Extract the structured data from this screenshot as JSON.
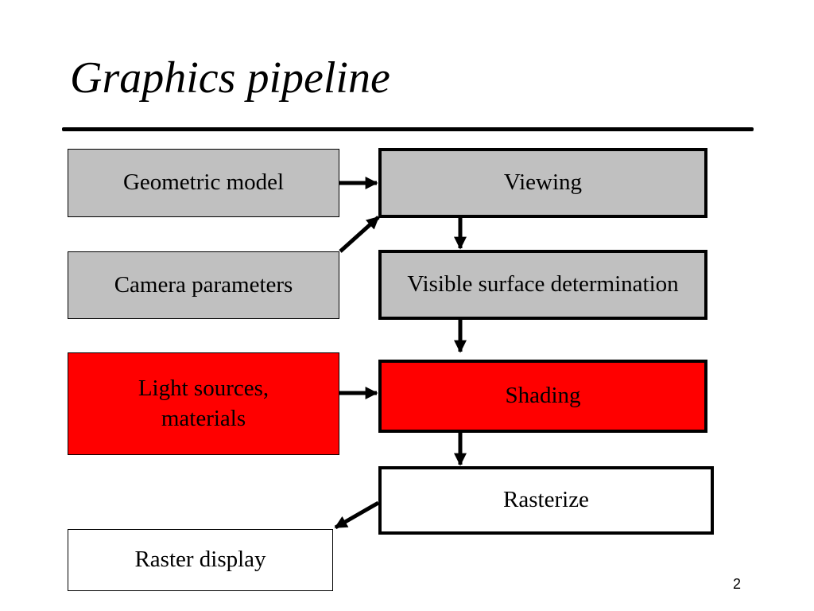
{
  "title": "Graphics pipeline",
  "colors": {
    "grey": "#c0c0c0",
    "red": "#ff0000",
    "white": "#ffffff",
    "black": "#000000"
  },
  "inputs": {
    "geometric_model": "Geometric model",
    "camera_parameters": "Camera parameters",
    "light_sources_line1": "Light sources,",
    "light_sources_line2": "materials",
    "raster_display": "Raster display"
  },
  "stages": {
    "viewing": "Viewing",
    "visible_surface": "Visible surface determination",
    "shading": "Shading",
    "rasterize": "Rasterize"
  },
  "page_number": "2"
}
